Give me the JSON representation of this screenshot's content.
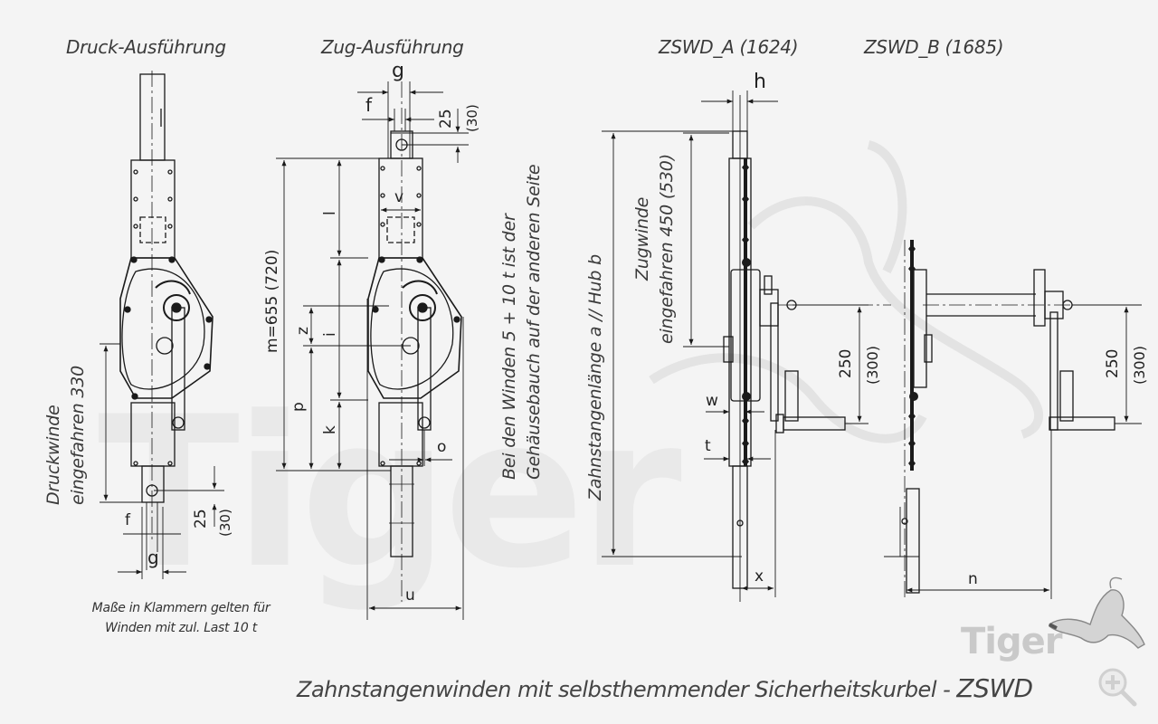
{
  "titles": {
    "druck": "Druck-Ausführung",
    "zug": "Zug-Ausführung",
    "zswd_a": "ZSWD_A (1624)",
    "zswd_b": "ZSWD_B (1685)"
  },
  "side_labels": {
    "druckwinde_line1": "Druckwinde",
    "druckwinde_line2": "eingefahren 330",
    "zugwinde_line1": "Zugwinde",
    "zugwinde_line2": "eingefahren 450 (530)",
    "gehaeuse_line1": "Bei den Winden 5 + 10 t ist der",
    "gehaeuse_line2": "Gehäusebauch auf der anderen Seite",
    "zahnstange": "Zahnstangenlänge a  //  Hub b"
  },
  "dimensions": {
    "f": "f",
    "g": "g",
    "h": "h",
    "v": "v",
    "l": "l",
    "i": "i",
    "z": "z",
    "p": "p",
    "k": "k",
    "o": "o",
    "u": "u",
    "w": "w",
    "t": "t",
    "x": "x",
    "n": "n",
    "m": "m=655  (720)",
    "d25": "25",
    "d30": "(30)",
    "d250": "250",
    "d300": "(300)"
  },
  "note": {
    "line1": "Maße in Klammern gelten für",
    "line2": "Winden mit zul. Last 10 t"
  },
  "caption": {
    "text": "Zahnstangenwinden mit selbsthemmender Sicherheitskurbel - ",
    "model": "ZSWD"
  },
  "branding": {
    "logo_text": "Tiger",
    "watermark_text": "Tiger"
  },
  "controls": {
    "zoom_icon": "magnifier-plus-icon"
  },
  "colors": {
    "background": "#f4f4f4",
    "line": "#1a1a1a",
    "text": "#3a3a3a",
    "watermark": "#e4e4e4",
    "logo": "#c9c9c9"
  }
}
